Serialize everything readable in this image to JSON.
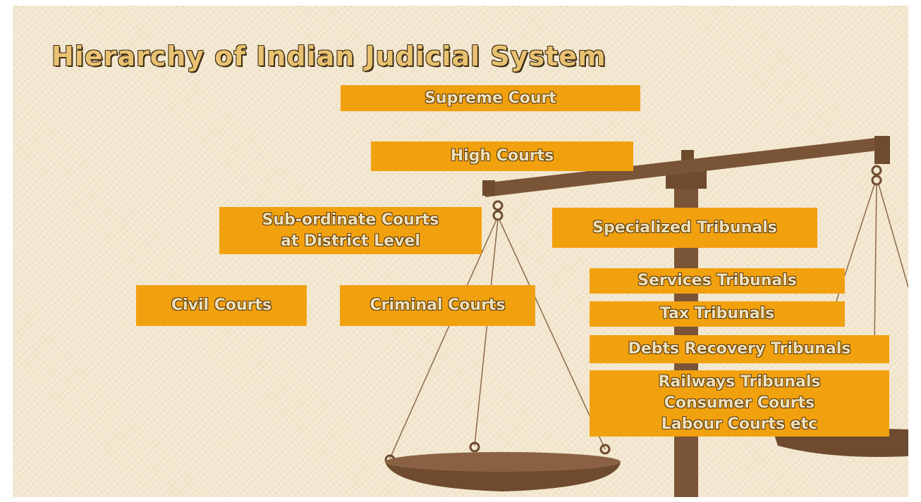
{
  "title": "Hierarchy of Indian Judicial System",
  "nodes": {
    "supreme_court": "Supreme Court",
    "high_courts": "High Courts",
    "subordinate_courts": "Sub-ordinate Courts\nat District Level",
    "specialized_tribunals": "Specialized Tribunals",
    "civil_courts": "Civil Courts",
    "criminal_courts": "Criminal Courts",
    "services_tribunals": "Services Tribunals",
    "tax_tribunals": "Tax Tribunals",
    "debts_recovery_tribunals": "Debts Recovery Tribunals",
    "other_tribunals": "Railways Tribunals\nConsumer Courts\nLabour Courts etc"
  },
  "colors": {
    "background": "#f3e7cf",
    "box_fill": "#f2a10e",
    "scale_brown": "#7a5436",
    "title_fill": "#e8c270"
  },
  "decoration": {
    "background_image": "scales-of-justice"
  }
}
